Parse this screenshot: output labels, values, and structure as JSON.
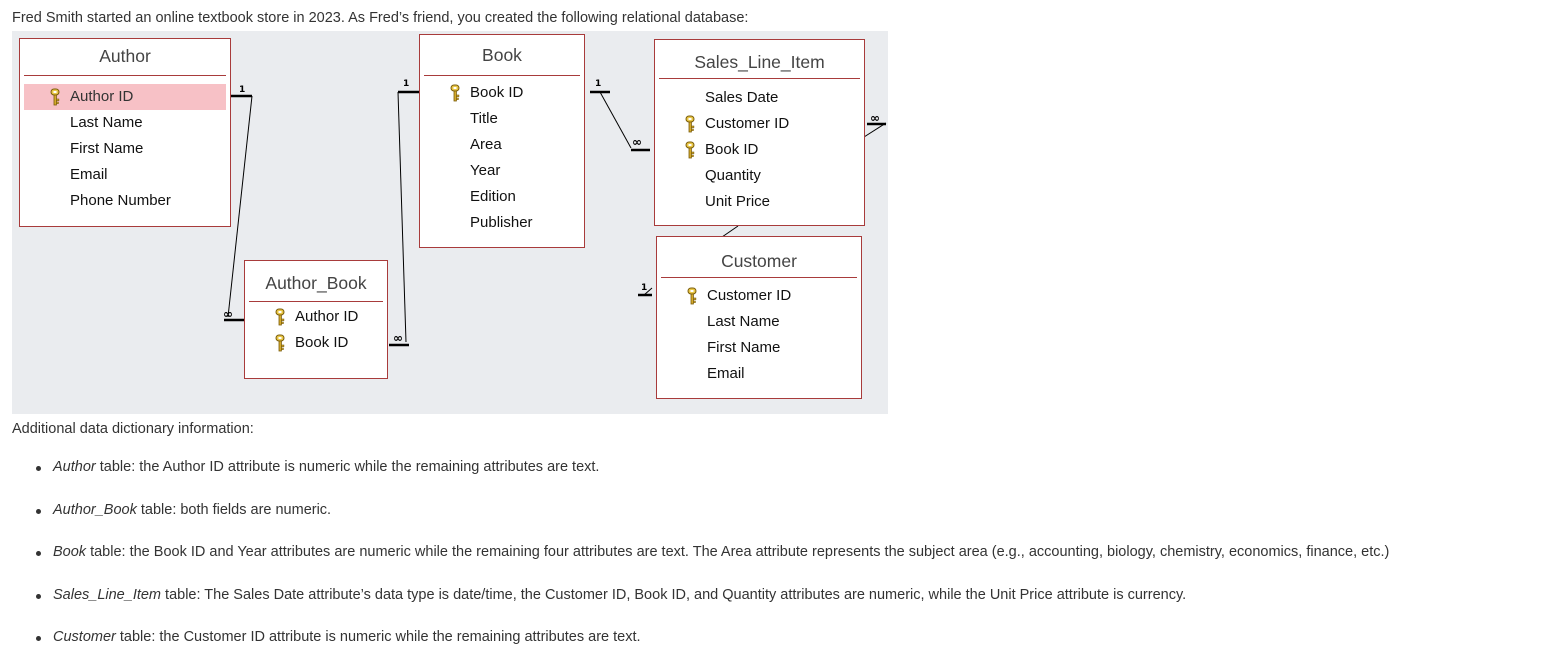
{
  "intro_text": "Fred Smith started an online textbook store in 2023. As Fred’s friend, you created the following relational database:",
  "diagram": {
    "tables": {
      "author": {
        "title": "Author",
        "fields": [
          {
            "name": "Author ID",
            "key": true,
            "selected": true
          },
          {
            "name": "Last Name",
            "key": false
          },
          {
            "name": "First Name",
            "key": false
          },
          {
            "name": "Email",
            "key": false
          },
          {
            "name": "Phone Number",
            "key": false
          }
        ]
      },
      "book": {
        "title": "Book",
        "fields": [
          {
            "name": "Book ID",
            "key": true
          },
          {
            "name": "Title",
            "key": false
          },
          {
            "name": "Area",
            "key": false
          },
          {
            "name": "Year",
            "key": false
          },
          {
            "name": "Edition",
            "key": false
          },
          {
            "name": "Publisher",
            "key": false
          }
        ]
      },
      "sales_line_item": {
        "title": "Sales_Line_Item",
        "fields": [
          {
            "name": "Sales Date",
            "key": false
          },
          {
            "name": "Customer ID",
            "key": true
          },
          {
            "name": "Book ID",
            "key": true
          },
          {
            "name": "Quantity",
            "key": false
          },
          {
            "name": "Unit Price",
            "key": false
          }
        ]
      },
      "author_book": {
        "title": "Author_Book",
        "fields": [
          {
            "name": "Author ID",
            "key": true
          },
          {
            "name": "Book ID",
            "key": true
          }
        ]
      },
      "customer": {
        "title": "Customer",
        "fields": [
          {
            "name": "Customer ID",
            "key": true
          },
          {
            "name": "Last Name",
            "key": false
          },
          {
            "name": "First Name",
            "key": false
          },
          {
            "name": "Email",
            "key": false
          }
        ]
      }
    },
    "cardinality": {
      "one": "1",
      "many": "∞"
    },
    "colors": {
      "border": "#a83b3b",
      "selected_row": "#f7c1c6",
      "canvas": "#eaecef",
      "key": "#d4aa2a"
    }
  },
  "dictionary": {
    "title": "Additional data dictionary information:",
    "items": [
      {
        "table": "Author",
        "text": " table: the Author ID attribute is numeric while the remaining attributes are text."
      },
      {
        "table": "Author_Book",
        "text": " table: both fields are numeric."
      },
      {
        "table": "Book",
        "text": " table: the Book ID and Year attributes are numeric while the remaining four attributes are text. The Area attribute represents the subject area (e.g., accounting, biology, chemistry, economics, finance, etc.)"
      },
      {
        "table": "Sales_Line_Item",
        "text": " table: The Sales Date attribute’s data type is date/time, the Customer ID, Book ID, and Quantity attributes are numeric, while the Unit Price attribute is currency."
      },
      {
        "table": "Customer",
        "text": " table: the Customer ID attribute is numeric while the remaining attributes are text."
      }
    ]
  }
}
